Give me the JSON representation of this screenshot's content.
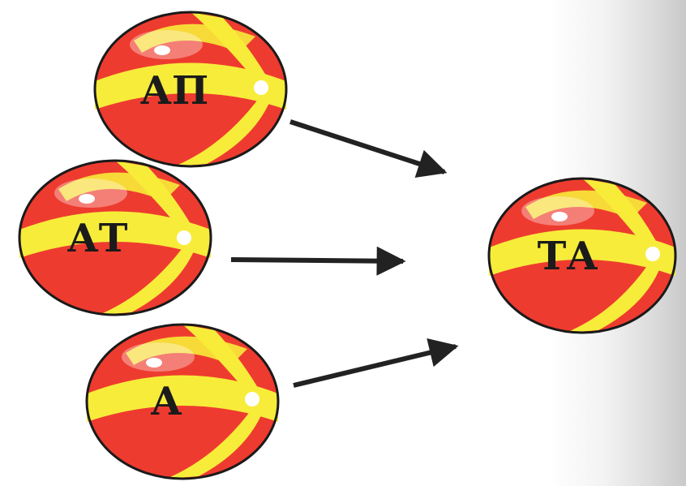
{
  "balls": [
    {
      "id": "ap",
      "label": "АП"
    },
    {
      "id": "at",
      "label": "АТ"
    },
    {
      "id": "a",
      "label": "А"
    },
    {
      "id": "ta",
      "label": "ТА"
    }
  ],
  "colors": {
    "red": "#ee3b2f",
    "yellow": "#f7ec3a",
    "outline": "#1a1a1a",
    "text": "#1b1b1b",
    "arrow": "#222222"
  }
}
